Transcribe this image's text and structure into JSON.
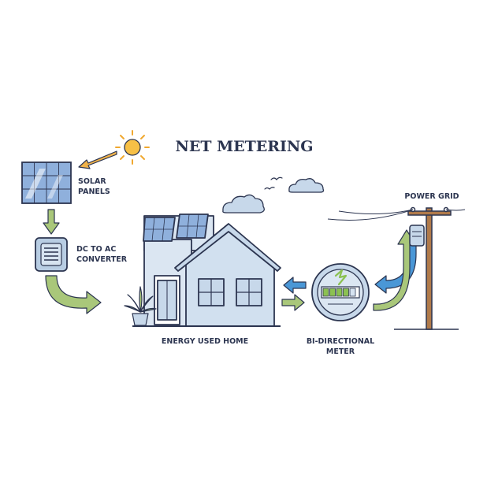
{
  "title": "NET METERING",
  "labels": {
    "solar_line1": "SOLAR",
    "solar_line2": "PANELS",
    "converter_line1": "DC TO AC",
    "converter_line2": "CONVERTER",
    "home": "ENERGY USED HOME",
    "meter_line1": "BI-DIRECTIONAL",
    "meter_line2": "METER",
    "grid": "POWER GRID"
  },
  "colors": {
    "outline": "#2c3550",
    "blue_fill": "#c7d8ea",
    "panel_blue": "#8fb0dc",
    "green_arrow": "#a9c77a",
    "blue_arrow": "#4a97d6",
    "orange_arrow": "#f0b24a",
    "sun": "#f7c046",
    "pole": "#b07a4a",
    "meter_green": "#8cc152"
  },
  "icons": [
    "sun-icon",
    "solar-panel-icon",
    "converter-icon",
    "house-icon",
    "meter-icon",
    "power-pole-icon",
    "cloud-icon",
    "bird-icon",
    "plant-icon"
  ]
}
